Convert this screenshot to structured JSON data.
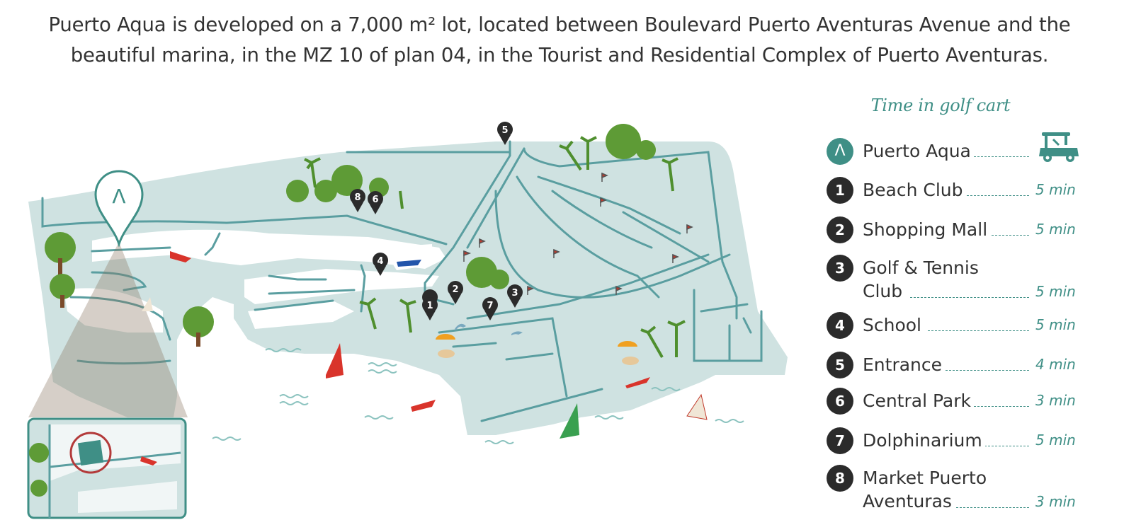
{
  "intro": {
    "line1": "Puerto Aqua is developed on a 7,000 m² lot, located between Boulevard Puerto Aventuras Avenue and the",
    "line2": "beautiful marina, in the MZ 10 of plan 04, in the Tourist and Residential Complex of Puerto Aventuras."
  },
  "legend": {
    "title": "Time in golf cart",
    "logo_glyph": "Λ",
    "cart_icon": "golf-cart-icon",
    "items": [
      {
        "badge": "Λ",
        "label": "Puerto Aqua",
        "time": ""
      },
      {
        "badge": "1",
        "label": "Beach Club",
        "time": "5 min"
      },
      {
        "badge": "2",
        "label": "Shopping Mall",
        "time": "5 min"
      },
      {
        "badge": "3",
        "label": "Golf & Tennis",
        "label2": "Club",
        "time": "5 min"
      },
      {
        "badge": "4",
        "label": "School",
        "time": "5 min"
      },
      {
        "badge": "5",
        "label": "Entrance",
        "time": "4 min"
      },
      {
        "badge": "6",
        "label": "Central Park",
        "time": "3 min"
      },
      {
        "badge": "7",
        "label": "Dolphinarium",
        "time": "5 min"
      },
      {
        "badge": "8",
        "label": "Market Puerto",
        "label2": "Aventuras",
        "time": "3 min"
      }
    ]
  },
  "map": {
    "pins": [
      {
        "num": "1"
      },
      {
        "num": "2"
      },
      {
        "num": "3"
      },
      {
        "num": "4"
      },
      {
        "num": "5"
      },
      {
        "num": "6"
      },
      {
        "num": "7"
      },
      {
        "num": "8"
      }
    ],
    "location_marker_glyph": "Λ",
    "colors": {
      "land": "#cfe2e1",
      "road": "#5a9ea0",
      "teal": "#3f8f86",
      "pin": "#2b2b2b",
      "inset_border": "#3f8f86",
      "highlight_ring": "#b33a3a"
    }
  }
}
